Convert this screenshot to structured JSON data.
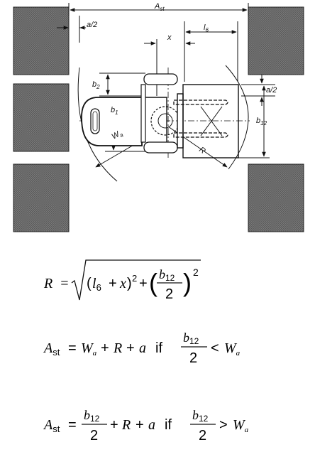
{
  "diagram": {
    "labels": {
      "a_half_top": "a/2",
      "a_half_right": "a/2",
      "ast": "A",
      "ast_sub": "st",
      "x": "x",
      "l6": "l",
      "l6_sub": "6",
      "b2": "b",
      "b2_sub": "2",
      "b1": "b",
      "b1_sub": "1",
      "wa": "W",
      "wa_sub": "a",
      "r": "R",
      "b12": "b",
      "b12_sub": "12"
    }
  },
  "formulas": {
    "r": {
      "lhs": "R",
      "eq": "=",
      "l": "l",
      "l_sub": "6",
      "plus": "+",
      "x": "x",
      "paren_close": ")",
      "sq": "2",
      "b_num": "b",
      "b_num_sub": "12",
      "den": "2"
    },
    "ast1": {
      "a": "A",
      "a_sub": "st",
      "eq": "=",
      "w": "W",
      "w_sub": "a",
      "plus1": "+",
      "r": "R",
      "plus2": "+",
      "aa": "a",
      "if": "if",
      "b_num": "b",
      "b_num_sub": "12",
      "den": "2",
      "op": "<",
      "w2": "W",
      "w2_sub": "a"
    },
    "ast2": {
      "a": "A",
      "a_sub": "st",
      "eq": "=",
      "b_num": "b",
      "b_num_sub": "12",
      "den": "2",
      "plus1": "+",
      "r": "R",
      "plus2": "+",
      "aa": "a",
      "if": "if",
      "b_num2": "b",
      "b_num2_sub": "12",
      "den2": "2",
      "op": ">",
      "w": "W",
      "w_sub": "a"
    }
  }
}
